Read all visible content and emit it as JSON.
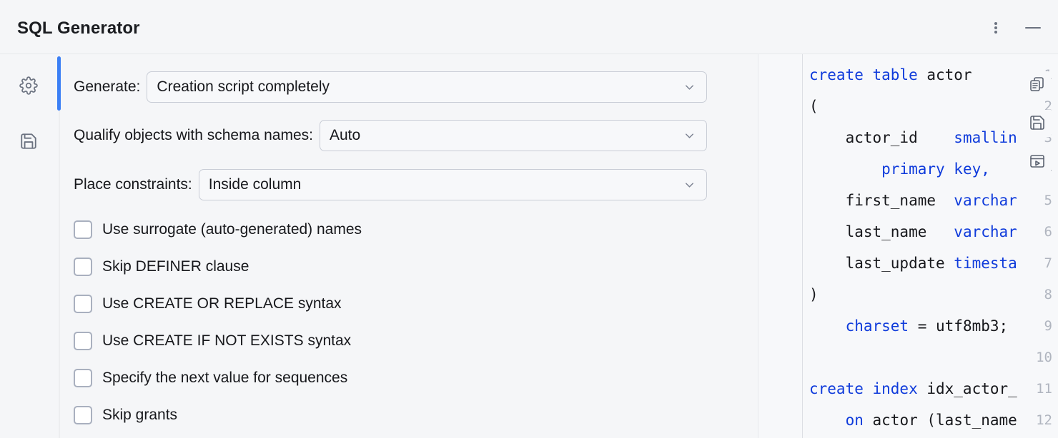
{
  "header": {
    "title": "SQL Generator",
    "menu_icon": "kebab-menu-icon",
    "minimize_icon": "minimize-icon"
  },
  "rail": {
    "items": [
      {
        "name": "settings",
        "icon": "gear-icon"
      },
      {
        "name": "save",
        "icon": "floppy-disk-icon"
      }
    ]
  },
  "accent_color": "#3b7ff5",
  "settings": {
    "fields": [
      {
        "label": "Generate:",
        "value": "Creation script completely",
        "arrow_icon": "chevron-down-icon"
      },
      {
        "label": "Qualify objects with schema names:",
        "value": "Auto",
        "arrow_icon": "chevron-down-icon"
      },
      {
        "label": "Place constraints:",
        "value": "Inside column",
        "arrow_icon": "chevron-down-icon"
      }
    ],
    "checkboxes": [
      {
        "label": "Use surrogate (auto-generated) names",
        "checked": false
      },
      {
        "label": "Skip DEFINER clause",
        "checked": false
      },
      {
        "label": "Use CREATE OR REPLACE syntax",
        "checked": false
      },
      {
        "label": "Use CREATE IF NOT EXISTS syntax",
        "checked": false
      },
      {
        "label": "Specify the next value for sequences",
        "checked": false
      },
      {
        "label": "Skip grants",
        "checked": false
      }
    ]
  },
  "editor": {
    "line_numbers": [
      "1",
      "2",
      "3",
      "4",
      "5",
      "6",
      "7",
      "8",
      "9",
      "10",
      "11",
      "12"
    ],
    "lines": [
      [
        {
          "t": "create table",
          "k": true
        },
        {
          "t": " actor",
          "k": false
        }
      ],
      [
        {
          "t": "(",
          "k": false
        }
      ],
      [
        {
          "t": "    actor_id    ",
          "k": false
        },
        {
          "t": "smallin",
          "k": true
        }
      ],
      [
        {
          "t": "        ",
          "k": false
        },
        {
          "t": "primary key",
          "k": true
        },
        {
          "t": ",",
          "k": true
        }
      ],
      [
        {
          "t": "    first_name  ",
          "k": false
        },
        {
          "t": "varchar",
          "k": true
        }
      ],
      [
        {
          "t": "    last_name   ",
          "k": false
        },
        {
          "t": "varchar",
          "k": true
        }
      ],
      [
        {
          "t": "    last_update ",
          "k": false
        },
        {
          "t": "timesta",
          "k": true
        }
      ],
      [
        {
          "t": ")",
          "k": false
        }
      ],
      [
        {
          "t": "    ",
          "k": false
        },
        {
          "t": "charset",
          "k": true
        },
        {
          "t": " = utf8mb3;",
          "k": false
        }
      ],
      [],
      [
        {
          "t": "create index",
          "k": true
        },
        {
          "t": " idx_actor_",
          "k": false
        }
      ],
      [
        {
          "t": "    ",
          "k": false
        },
        {
          "t": "on",
          "k": true
        },
        {
          "t": " actor (last_name",
          "k": false
        }
      ]
    ],
    "keyword_color": "#0f3bdb",
    "text_color": "#17181c",
    "toolbar": [
      {
        "name": "copy",
        "icon": "copy-icon"
      },
      {
        "name": "save",
        "icon": "floppy-disk-icon"
      },
      {
        "name": "run",
        "icon": "run-in-console-icon"
      }
    ]
  }
}
